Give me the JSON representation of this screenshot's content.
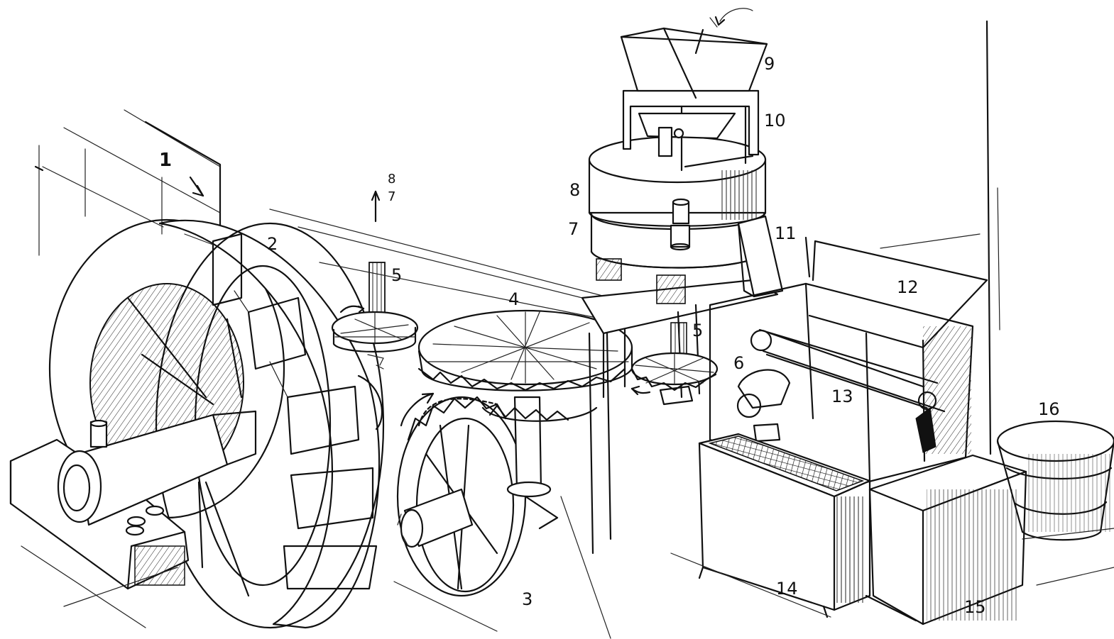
{
  "labels": {
    "l1": "1",
    "l2": "2",
    "l3": "3",
    "l4": "4",
    "l5a": "5",
    "l5b": "5",
    "l6": "6",
    "l7": "7",
    "l8": "8",
    "l9": "9",
    "l10": "10",
    "l11": "11",
    "l12": "12",
    "l13": "13",
    "l14": "14",
    "l15": "15",
    "l16": "16",
    "l7_small": "7",
    "l8_small": "8"
  }
}
